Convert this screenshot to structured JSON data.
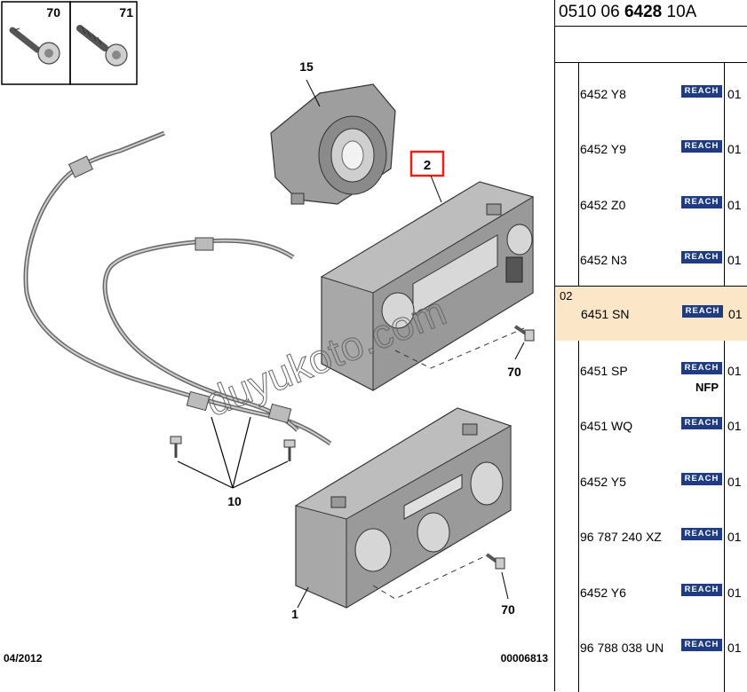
{
  "diagram": {
    "callouts": {
      "screw_70_box": "70",
      "screw_71_box": "71",
      "part_15": "15",
      "part_2": "2",
      "part_70_upper": "70",
      "part_10": "10",
      "part_1": "1",
      "part_70_lower": "70"
    },
    "watermark": "duyukoto.com",
    "date": "04/2012",
    "drawing_number": "00006813",
    "colors": {
      "highlight_box": "#e2231a",
      "body": "#a9a9a9"
    }
  },
  "sidebar": {
    "ref_prefix": "0510 06 ",
    "ref_bold": "6428",
    "ref_suffix": " 10A",
    "reach_label": "REACH",
    "rows": [
      {
        "index": "",
        "part": "6452 Y8",
        "qty": "01",
        "note": ""
      },
      {
        "index": "",
        "part": "6452 Y9",
        "qty": "01",
        "note": ""
      },
      {
        "index": "",
        "part": "6452 Z0",
        "qty": "01",
        "note": ""
      },
      {
        "index": "",
        "part": "6452 N3",
        "qty": "01",
        "note": ""
      },
      {
        "index": "02",
        "part": "6451 SN",
        "qty": "01",
        "note": "",
        "highlight": true
      },
      {
        "index": "",
        "part": "6451 SP",
        "qty": "01",
        "note": "NFP"
      },
      {
        "index": "",
        "part": "6451 WQ",
        "qty": "01",
        "note": ""
      },
      {
        "index": "",
        "part": "6452 Y5",
        "qty": "01",
        "note": ""
      },
      {
        "index": "",
        "part": "96 787 240 XZ",
        "qty": "01",
        "note": ""
      },
      {
        "index": "",
        "part": "6452 Y6",
        "qty": "01",
        "note": ""
      },
      {
        "index": "",
        "part": "96 788 038 UN",
        "qty": "01",
        "note": ""
      }
    ],
    "colors": {
      "highlight": "#fce6c8",
      "reach_badge": "#1f3b82"
    }
  }
}
